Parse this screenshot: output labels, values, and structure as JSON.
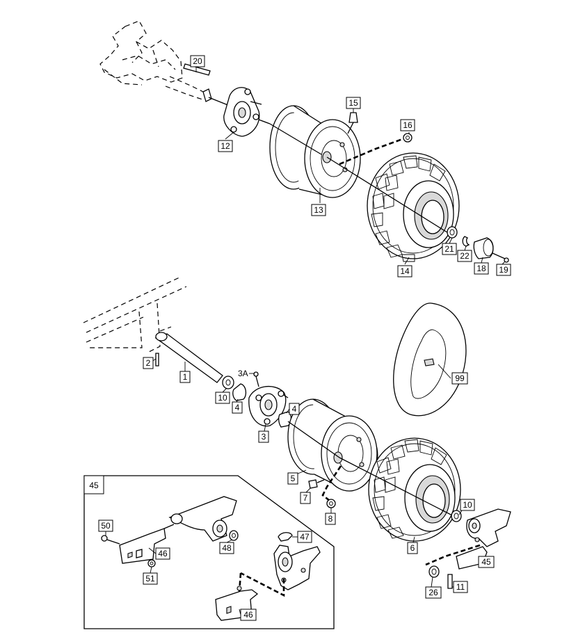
{
  "diagram": {
    "callouts": [
      {
        "id": "c20",
        "text": "20",
        "boxed": true
      },
      {
        "id": "c12",
        "text": "12",
        "boxed": true
      },
      {
        "id": "c15",
        "text": "15",
        "boxed": true
      },
      {
        "id": "c16",
        "text": "16",
        "boxed": true
      },
      {
        "id": "c13",
        "text": "13",
        "boxed": true
      },
      {
        "id": "c21",
        "text": "21",
        "boxed": true
      },
      {
        "id": "c22",
        "text": "22",
        "boxed": true
      },
      {
        "id": "c14",
        "text": "14",
        "boxed": true
      },
      {
        "id": "c18",
        "text": "18",
        "boxed": true
      },
      {
        "id": "c19",
        "text": "19",
        "boxed": true
      },
      {
        "id": "c2",
        "text": "2",
        "boxed": true
      },
      {
        "id": "c1",
        "text": "1",
        "boxed": true
      },
      {
        "id": "c3A",
        "text": "3A",
        "boxed": false
      },
      {
        "id": "c10a",
        "text": "10",
        "boxed": true
      },
      {
        "id": "c4a",
        "text": "4",
        "boxed": true
      },
      {
        "id": "c4b",
        "text": "4",
        "boxed": true
      },
      {
        "id": "c3",
        "text": "3",
        "boxed": true
      },
      {
        "id": "c99",
        "text": "99",
        "boxed": true
      },
      {
        "id": "c5",
        "text": "5",
        "boxed": true
      },
      {
        "id": "c7",
        "text": "7",
        "boxed": true
      },
      {
        "id": "c8",
        "text": "8",
        "boxed": true
      },
      {
        "id": "c10b",
        "text": "10",
        "boxed": true
      },
      {
        "id": "c6",
        "text": "6",
        "boxed": true
      },
      {
        "id": "c45b",
        "text": "45",
        "boxed": true
      },
      {
        "id": "c26",
        "text": "26",
        "boxed": true
      },
      {
        "id": "c11",
        "text": "11",
        "boxed": true
      },
      {
        "id": "c45a",
        "text": "45",
        "boxed": true
      },
      {
        "id": "c50",
        "text": "50",
        "boxed": true
      },
      {
        "id": "c46a",
        "text": "46",
        "boxed": true
      },
      {
        "id": "c51",
        "text": "51",
        "boxed": true
      },
      {
        "id": "c48",
        "text": "48",
        "boxed": true
      },
      {
        "id": "c47",
        "text": "47",
        "boxed": true
      },
      {
        "id": "c46b",
        "text": "46",
        "boxed": true
      }
    ]
  }
}
